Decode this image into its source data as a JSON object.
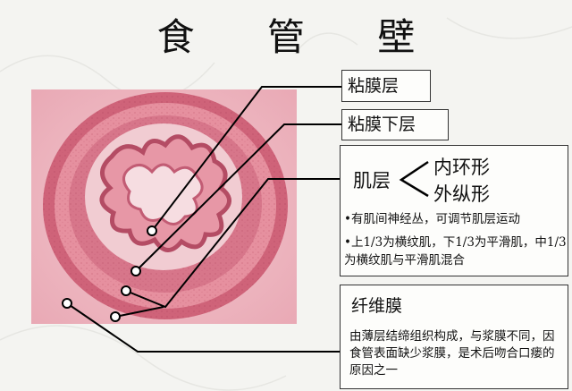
{
  "title": "食 管 壁",
  "labels": {
    "mucosa": "粘膜层",
    "submucosa": "粘膜下层",
    "muscularis": "肌层",
    "inner_circular": "内环形",
    "outer_longitudinal": "外纵形",
    "note_nerve": "•有肌间神经丛，可调节肌层运动",
    "note_composition": "•上1/3为横纹肌，下1/3为平滑肌，中1/3为横纹肌与平滑肌混合",
    "adventitia": "纤维膜",
    "adventitia_desc": "由薄层结缔组织构成，与浆膜不同，因食管表面缺少浆膜，是术后吻合口瘘的原因之一"
  },
  "colors": {
    "tissue_pink": "#d97a8c",
    "tissue_light": "#f0c6cc",
    "line": "#000000"
  }
}
